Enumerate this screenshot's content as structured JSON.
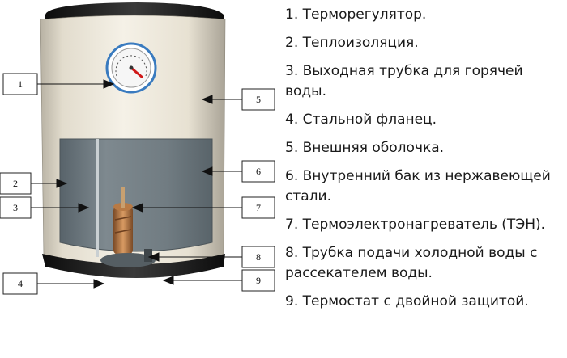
{
  "callouts": {
    "c1": "1",
    "c2": "2",
    "c3": "3",
    "c4": "4",
    "c5": "5",
    "c6": "6",
    "c7": "7",
    "c8": "8",
    "c9": "9"
  },
  "legend": [
    "1. Терморегулятор.",
    "2. Теплоизоляция.",
    "3. Выходная трубка для горячей воды.",
    "4. Стальной фланец.",
    "5. Внешняя оболочка.",
    "6. Внутренний бак из нержавеющей стали.",
    "7. Термоэлектронагреватель (ТЭН).",
    "8. Трубка подачи холодной воды с рассекателем воды.",
    "9. Термостат с двойной защитой."
  ],
  "colors": {
    "shell": "#ece6d6",
    "tank_interior": "#6f7a80",
    "lid": "#1c1c1c",
    "gauge_needle": "#d01818"
  }
}
